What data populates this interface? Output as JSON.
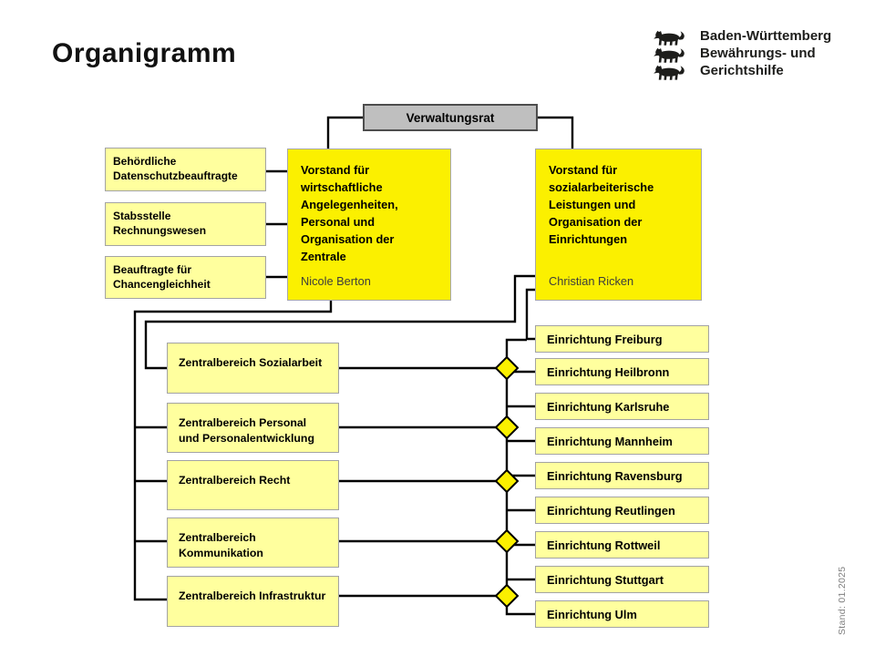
{
  "page": {
    "title": "Organigramm",
    "stand_label": "Stand: 01.2025"
  },
  "logo": {
    "icon": "bw-three-lions-coat-of-arms",
    "org_lines": [
      "Baden-Württemberg",
      "Bewährungs- und",
      "Gerichtshilfe"
    ]
  },
  "colors": {
    "vorstand_yellow": "#FBF000",
    "unit_yellow": "#FFFF9E",
    "root_gray": "#BFBFBF",
    "line_black": "#000000"
  },
  "org_chart": {
    "root": "Verwaltungsrat",
    "staff_units": [
      "Behördliche Datenschutzbeauftragte",
      "Stabsstelle Rechnungswesen",
      "Beauftragte für Chancengleichheit"
    ],
    "executives": [
      {
        "title": "Vorstand für wirtschaftliche Angelegenheiten, Personal und Organisation der Zentrale",
        "name": "Nicole Berton"
      },
      {
        "title": "Vorstand für sozialarbeiterische Leistungen und Organisation der Einrichtungen",
        "name": "Christian Ricken"
      }
    ],
    "zentralbereiche": [
      "Zentralbereich Sozialarbeit",
      "Zentralbereich Personal und Personalentwicklung",
      "Zentralbereich Recht",
      "Zentralbereich Kommunikation",
      "Zentralbereich Infrastruktur"
    ],
    "einrichtungen": [
      "Einrichtung Freiburg",
      "Einrichtung Heilbronn",
      "Einrichtung Karlsruhe",
      "Einrichtung Mannheim",
      "Einrichtung Ravensburg",
      "Einrichtung Reutlingen",
      "Einrichtung Rottweil",
      "Einrichtung Stuttgart",
      "Einrichtung Ulm"
    ]
  }
}
